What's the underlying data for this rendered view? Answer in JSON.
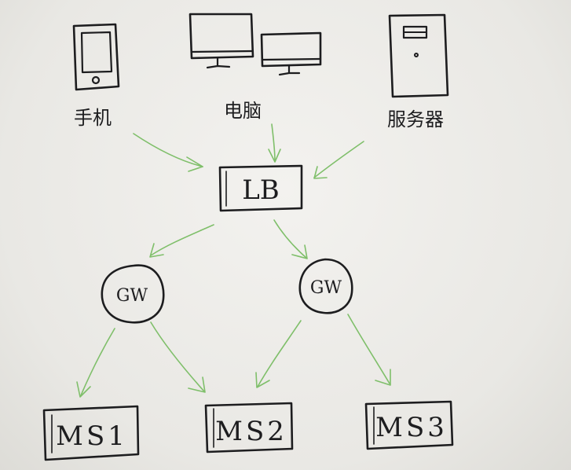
{
  "devices": {
    "phone": "手机",
    "computer": "电脑",
    "server": "服务器"
  },
  "load_balancer": "LB",
  "gateways": [
    "GW",
    "GW"
  ],
  "microservices": [
    "MS1",
    "MS2",
    "MS3"
  ],
  "colors": {
    "ink": "#1d1d1f",
    "arrow": "#7fbf6a",
    "paper": "#ecebe7"
  }
}
